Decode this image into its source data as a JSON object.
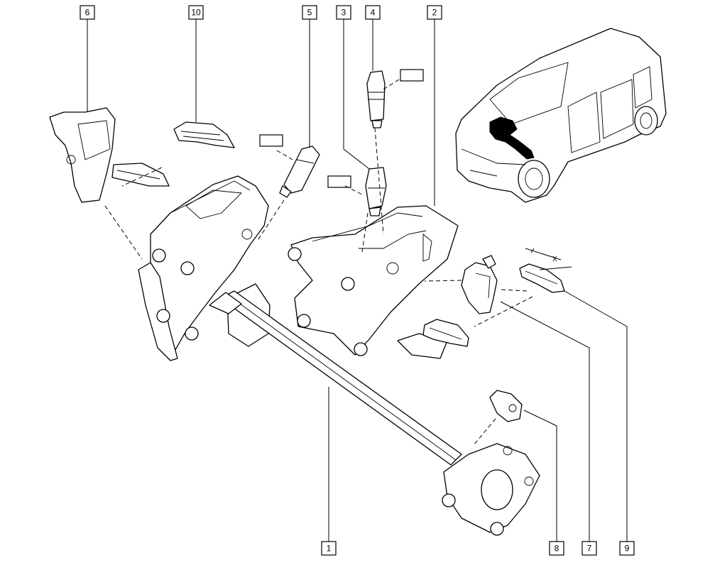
{
  "callouts": [
    {
      "id": "6",
      "label": "6"
    },
    {
      "id": "10",
      "label": "10"
    },
    {
      "id": "5",
      "label": "5"
    },
    {
      "id": "3",
      "label": "3"
    },
    {
      "id": "4",
      "label": "4"
    },
    {
      "id": "2",
      "label": "2"
    },
    {
      "id": "1",
      "label": "1"
    },
    {
      "id": "8",
      "label": "8"
    },
    {
      "id": "7",
      "label": "7"
    },
    {
      "id": "9",
      "label": "9"
    }
  ],
  "dimension_label": "X",
  "colors": {
    "ink": "#000000",
    "paper": "#ffffff"
  }
}
